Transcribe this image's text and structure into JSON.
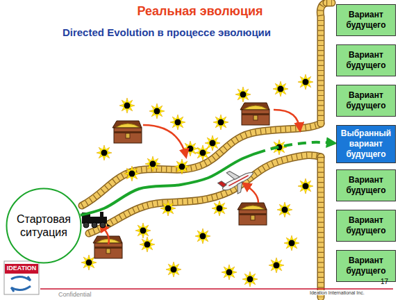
{
  "diagram": {
    "title": "Реальная эволюция",
    "caption": "Directed Evolution в процессе эволюции",
    "nodes": [
      {
        "text": [
          "Стартовая ситуация"
        ]
      },
      {
        "text": [
          "Вариант будущего"
        ]
      },
      {
        "text": [
          "Вариант будущего"
        ]
      },
      {
        "text": [
          "Вариант будущего"
        ]
      },
      {
        "text": [
          "Выбранный вариант будущего"
        ]
      },
      {
        "text": [
          "Вариант будущего"
        ]
      },
      {
        "text": [
          "Вариант будущего"
        ]
      },
      {
        "text": [
          "Вариант будущего"
        ]
      }
    ],
    "edges": [
      {
        "from": 0,
        "to": 4,
        "arrow": "to"
      }
    ],
    "labels": [
      "IDEATION",
      "Confidential",
      "17",
      "Ideation International Inc."
    ]
  }
}
